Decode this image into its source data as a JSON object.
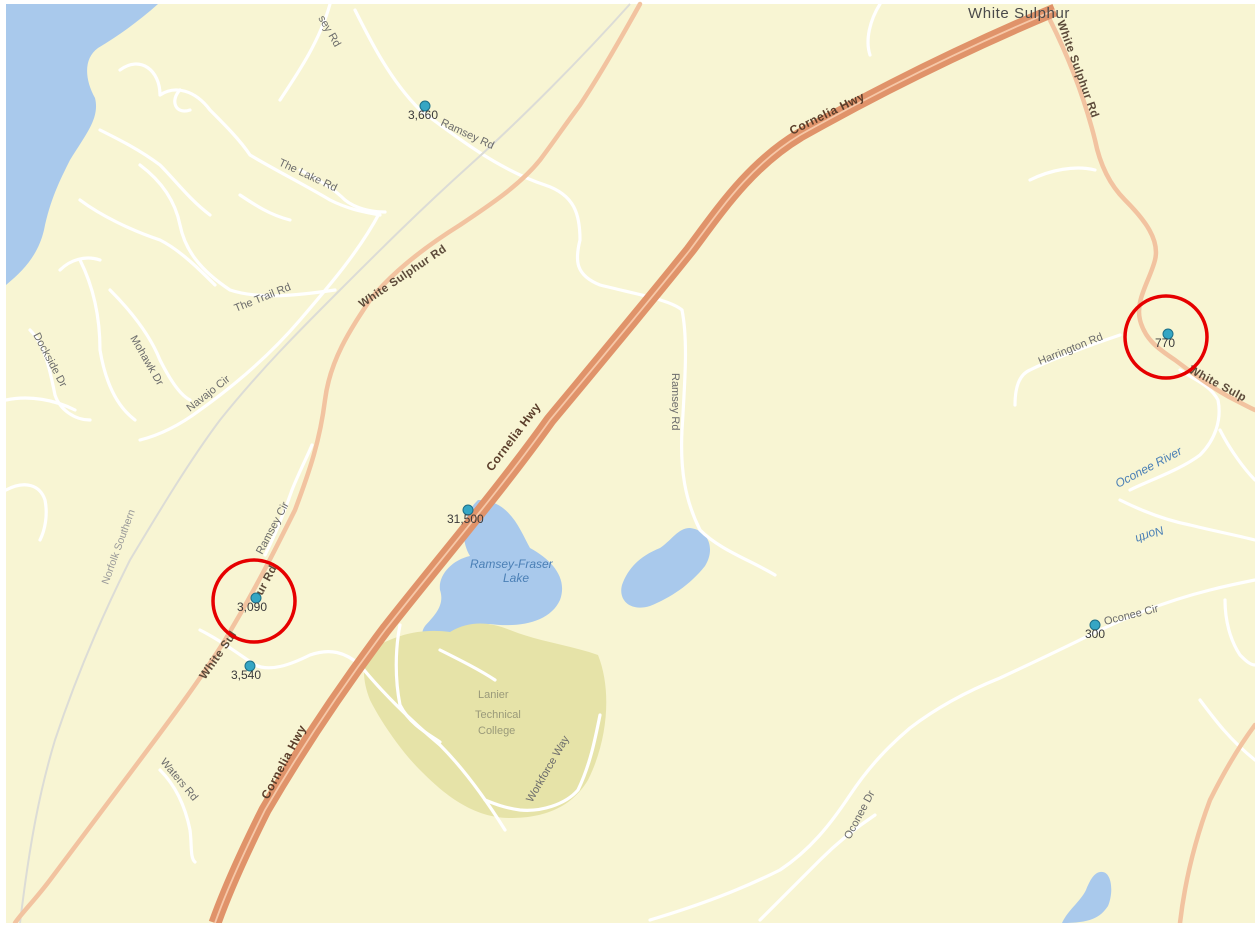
{
  "place": {
    "name": "White Sulphur"
  },
  "roads": {
    "cornelia_hwy": "Cornelia Hwy",
    "white_sulphur_rd": "White Sulphur Rd",
    "white_sulphur_partial": "White Sulp",
    "ramsey_rd": "Ramsey Rd",
    "ramsey_rd_top": "sey Rd",
    "ramsey_cir": "Ramsey Cir",
    "the_lake_rd": "The Lake Rd",
    "the_trail_rd": "The Trail Rd",
    "navajo_cir": "Navajo Cir",
    "mohawk_dr": "Mohawk Dr",
    "dockside_dr": "Dockside Dr",
    "waters_rd": "Waters Rd",
    "harrington_rd": "Harrington Rd",
    "oconee_cir": "Oconee Cir",
    "oconee_dr": "Oconee Dr",
    "workforce_way": "Workforce Way",
    "white_sul_partial": "White Sul",
    "ur_rd_partial": "ur Rd"
  },
  "rail": {
    "name": "Norfolk Southern"
  },
  "water": {
    "lake_line1": "Ramsey-Fraser",
    "lake_line2": "Lake",
    "river": "North Oconee River",
    "river_part1": "Oconee River",
    "river_part2": "North"
  },
  "park": {
    "line1": "Lanier",
    "line2": "Technical",
    "line3": "College"
  },
  "traffic_counts": [
    {
      "label": "3,660",
      "highlighted": false
    },
    {
      "label": "31,500",
      "highlighted": false
    },
    {
      "label": "3,090",
      "highlighted": true
    },
    {
      "label": "3,540",
      "highlighted": false
    },
    {
      "label": "770",
      "highlighted": true
    },
    {
      "label": "300",
      "highlighted": false
    }
  ],
  "colors": {
    "land": "#f8f5d3",
    "water": "#a9c9ec",
    "park": "#e6e3a8",
    "highway": "#e0936a",
    "arterial": "#f2c3a0",
    "minor_road": "#ffffff",
    "highlight_circle": "#e60000",
    "marker": "#35a6c4"
  }
}
